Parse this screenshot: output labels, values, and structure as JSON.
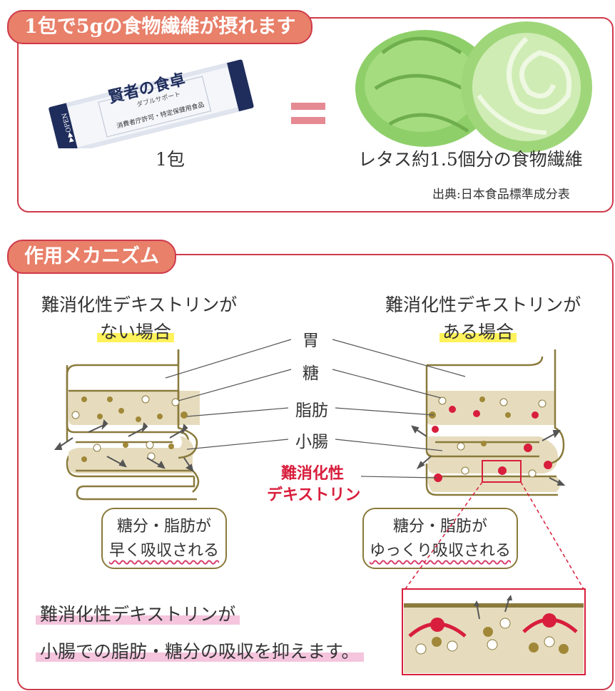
{
  "section1": {
    "tab": "1包で5gの食物繊維が摂れます",
    "product_name": "賢者の食卓",
    "product_sub": "ダブルサポート",
    "product_note": "消費者庁許可・特定保健用食品",
    "product_open": "▶▶OPEN",
    "left_label": "1包",
    "right_label": "レタス約1.5個分の食物繊維",
    "source": "出典:日本食品標準成分表"
  },
  "section2": {
    "tab": "作用メカニズム",
    "left_heading_1": "難消化性デキストリンが",
    "left_heading_2": "ない場合",
    "right_heading_1": "難消化性デキストリンが",
    "right_heading_2": "ある場合",
    "label_stomach": "胃",
    "label_sugar": "糖",
    "label_fat": "脂肪",
    "label_intestine": "小腸",
    "label_dextrin_1": "難消化性",
    "label_dextrin_2": "デキストリン",
    "left_bubble_1": "糖分・脂肪が",
    "left_bubble_2": "早く吸収される",
    "right_bubble_1": "糖分・脂肪が",
    "right_bubble_2": "ゆっくり吸収される",
    "summary_1": "難消化性デキストリンが",
    "summary_2": "小腸での脂肪・糖分の吸収を抑えます。"
  },
  "colors": {
    "accent_red": "#cf3a4a",
    "tab_salmon": "#e8806a",
    "intestine_outline": "#8a7a3c",
    "intestine_fill": "#e8e0c4",
    "dextrin_red": "#d81e3c",
    "fat_dot": "#a08838",
    "highlight_yellow": "#fff25a",
    "highlight_pink": "#f5c4dd"
  }
}
